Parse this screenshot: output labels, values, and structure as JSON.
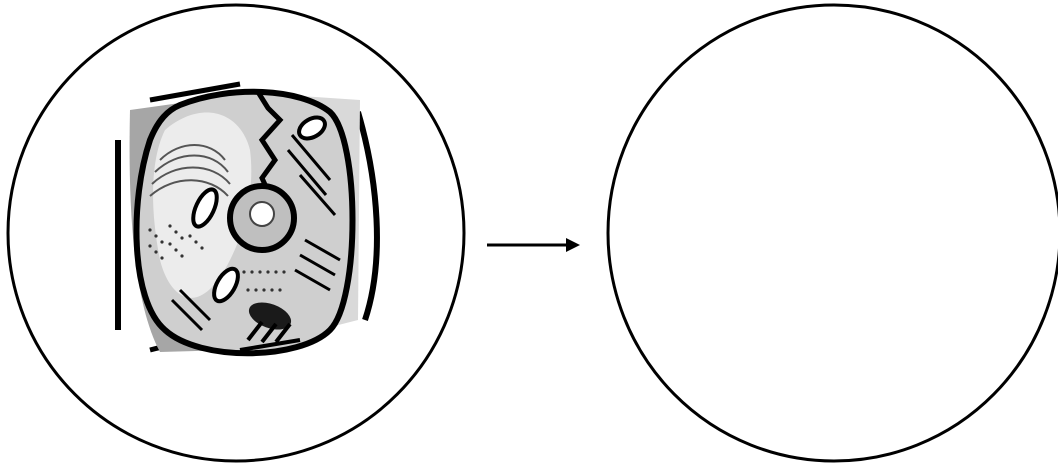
{
  "diagram": {
    "panels": [
      {
        "id": "left",
        "content": "cell-illustration"
      },
      {
        "id": "right",
        "content": "empty"
      }
    ],
    "connector": {
      "from": "left",
      "to": "right",
      "style": "arrow"
    },
    "colors": {
      "stroke": "#000000",
      "background": "#ffffff",
      "cell_light_gray": "#d9d9d9",
      "cell_mid_gray": "#a6a6a6",
      "cell_dark": "#1a1a1a"
    }
  }
}
